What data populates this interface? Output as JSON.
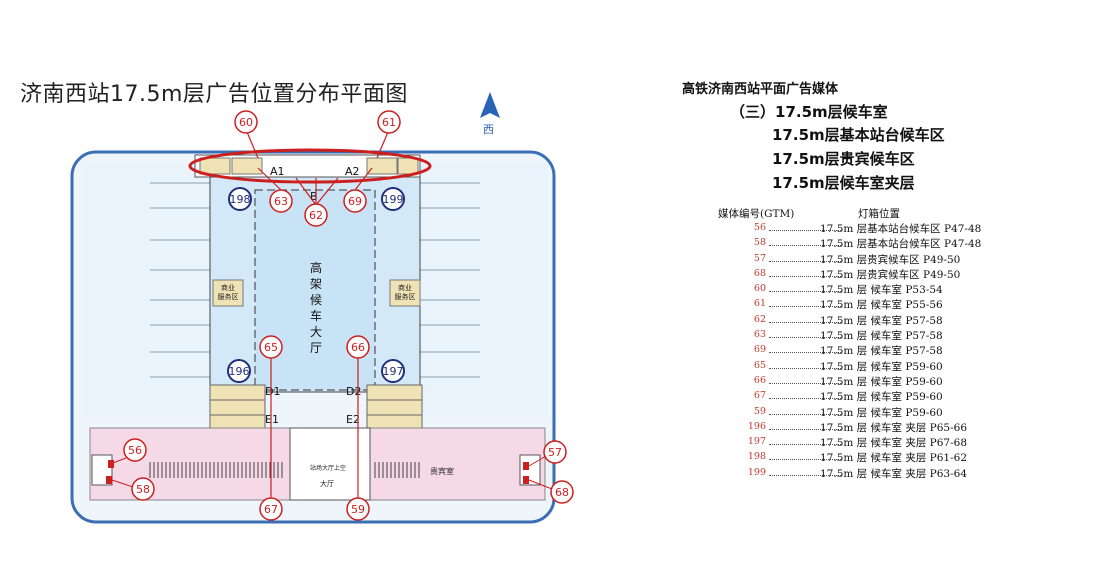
{
  "map_title": "济南西站17.5m层广告位置分布平面图",
  "compass_label": "西",
  "hall_label": "高架候车大厅",
  "hall_chars": [
    "高",
    "架",
    "候",
    "车",
    "大",
    "厅"
  ],
  "service_area_label": [
    "商业",
    "服务区"
  ],
  "hall_bottom_label": "大厅",
  "vip_label": "贵宾室",
  "exit_label": "站场大厅上空",
  "zone_labels": {
    "a1": "A1",
    "a2": "A2",
    "b": "B",
    "d1": "D1",
    "d2": "D2",
    "e1": "E1",
    "e2": "E2"
  },
  "markers": {
    "m60": "60",
    "m61": "61",
    "m63": "63",
    "m62": "62",
    "m69": "69",
    "m198": "198",
    "m199": "199",
    "m196": "196",
    "m197": "197",
    "m65": "65",
    "m66": "66",
    "m56": "56",
    "m57": "57",
    "m58": "58",
    "m67": "67",
    "m59": "59",
    "m68": "68"
  },
  "legend": {
    "title": "高铁济南西站平面广告媒体",
    "section_prefix": "（三）",
    "sections": [
      "17.5m层候车室",
      "17.5m层基本站台候车区",
      "17.5m层贵宾候车区",
      "17.5m层候车室夹层"
    ],
    "col_media": "媒体编号(GTM)",
    "col_location": "灯箱位置",
    "rows": [
      {
        "num": "56",
        "loc": "17.5m 层基本站台候车区  P47-48"
      },
      {
        "num": "58",
        "loc": "17.5m 层基本站台候车区  P47-48"
      },
      {
        "num": "57",
        "loc": "17.5m 层贵宾候车区  P49-50"
      },
      {
        "num": "68",
        "loc": "17.5m 层贵宾候车区  P49-50"
      },
      {
        "num": "60",
        "loc": "17.5m 层  候车室  P53-54"
      },
      {
        "num": "61",
        "loc": "17.5m 层  候车室  P55-56"
      },
      {
        "num": "62",
        "loc": "17.5m 层  候车室  P57-58"
      },
      {
        "num": "63",
        "loc": "17.5m 层  候车室  P57-58"
      },
      {
        "num": "69",
        "loc": "17.5m 层  候车室  P57-58"
      },
      {
        "num": "65",
        "loc": "17.5m 层  候车室  P59-60"
      },
      {
        "num": "66",
        "loc": "17.5m 层  候车室  P59-60"
      },
      {
        "num": "67",
        "loc": "17.5m 层  候车室  P59-60"
      },
      {
        "num": "59",
        "loc": "17.5m 层  候车室  P59-60"
      },
      {
        "num": "196",
        "loc": "17.5m 层  候车室 夹层  P65-66"
      },
      {
        "num": "197",
        "loc": "17.5m 层  候车室 夹层  P67-68"
      },
      {
        "num": "198",
        "loc": "17.5m 层  候车室 夹层  P61-62"
      },
      {
        "num": "199",
        "loc": "17.5m 层  候车室 夹层  P63-64"
      }
    ]
  },
  "colors": {
    "outline_blue": "#3a6fb5",
    "hall_fill": "#d4e9f8",
    "platform_fill": "#e8f3fb",
    "pink_fill": "#f6d9e6",
    "beige": "#efe3b5",
    "marker_red": "#cc1f1f",
    "navy": "#1f2f7a"
  }
}
